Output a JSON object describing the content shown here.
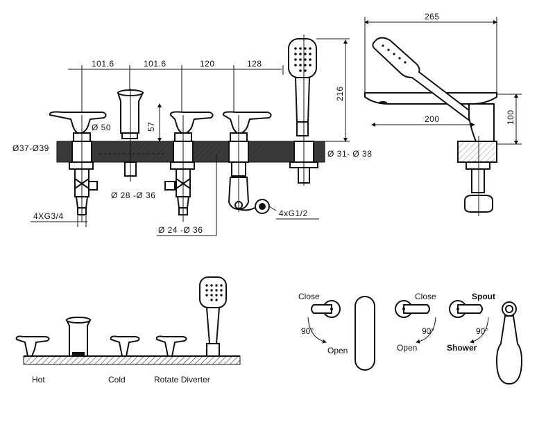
{
  "dimensions": {
    "spacing1": "101.6",
    "spacing2": "101.6",
    "spacing3": "120",
    "spacing4": "128",
    "diam50": "Ø 50",
    "height57": "57",
    "height216": "216",
    "diam37_39": "Ø37-Ø39",
    "diam28_36": "Ø 28 -Ø 36",
    "diam31_38": "Ø 31- Ø 38",
    "diam24_36": "Ø 24 -Ø 36",
    "thread34": "4XG3/4",
    "thread12": "4xG1/2",
    "width265": "265",
    "reach200": "200",
    "height100": "100"
  },
  "labels": {
    "hot": "Hot",
    "cold": "Cold",
    "rotate_diverter": "Rotate Diverter",
    "close1": "Close",
    "open1": "Open",
    "deg1": "90°",
    "close2": "Close",
    "open2": "Open",
    "deg2": "90°",
    "spout": "Spout",
    "shower": "Shower",
    "deg3": "90°"
  }
}
